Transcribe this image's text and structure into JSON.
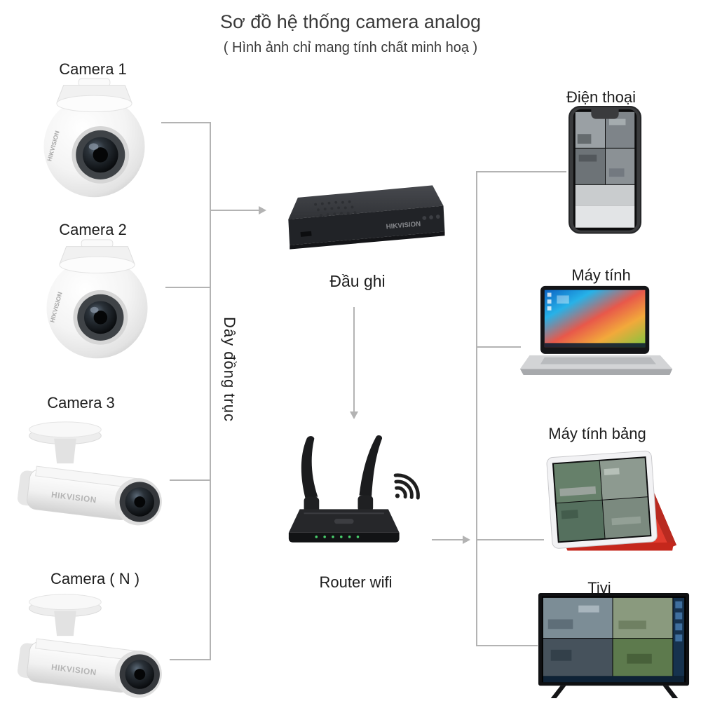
{
  "title": "Sơ đồ hệ thống camera analog",
  "subtitle": "( Hình ảnh chỉ mang tính chất minh hoạ )",
  "brand": "HIKVISION",
  "cameras": [
    {
      "label": "Camera 1",
      "type": "dome"
    },
    {
      "label": "Camera 2",
      "type": "dome"
    },
    {
      "label": "Camera 3",
      "type": "bullet"
    },
    {
      "label": "Camera ( N )",
      "type": "bullet"
    }
  ],
  "center": {
    "dvr_label": "Đầu ghi",
    "cable_label": "Dây đồng trục",
    "router_label": "Router wifi"
  },
  "clients": [
    {
      "label": "Điện thoại",
      "type": "smartphone"
    },
    {
      "label": "Máy tính",
      "type": "laptop"
    },
    {
      "label": "Máy tính bảng",
      "type": "tablet"
    },
    {
      "label": "Tivi",
      "type": "tv"
    }
  ],
  "colors": {
    "line": "#b3b3b3",
    "label_text": "#1d1d1d",
    "title_text": "#3a3a3a",
    "tablet_cover_red": "#e23b2e",
    "router_body": "#26272a"
  }
}
